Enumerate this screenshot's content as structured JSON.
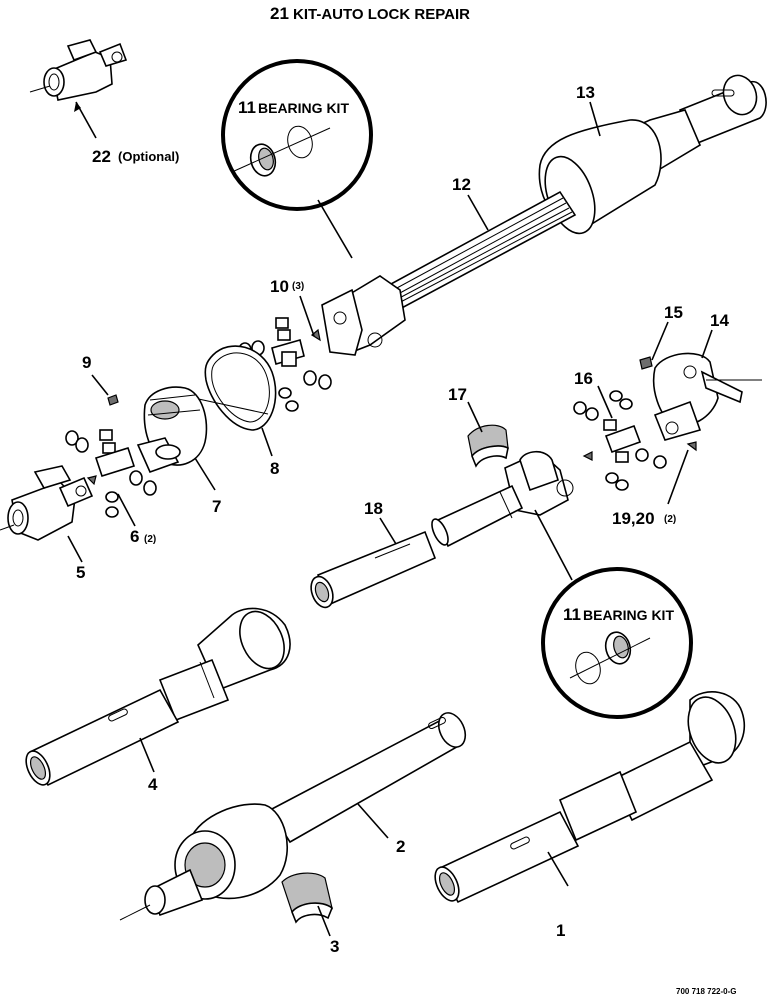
{
  "title": {
    "number": "21",
    "text": "KIT-AUTO LOCK REPAIR"
  },
  "callouts": [
    {
      "id": "c1",
      "number": "1",
      "qty": ""
    },
    {
      "id": "c2",
      "number": "2",
      "qty": ""
    },
    {
      "id": "c3",
      "number": "3",
      "qty": ""
    },
    {
      "id": "c4",
      "number": "4",
      "qty": ""
    },
    {
      "id": "c5",
      "number": "5",
      "qty": ""
    },
    {
      "id": "c6",
      "number": "6",
      "qty": "(2)"
    },
    {
      "id": "c7",
      "number": "7",
      "qty": ""
    },
    {
      "id": "c8",
      "number": "8",
      "qty": ""
    },
    {
      "id": "c9",
      "number": "9",
      "qty": ""
    },
    {
      "id": "c10",
      "number": "10",
      "qty": "(3)"
    },
    {
      "id": "c12",
      "number": "12",
      "qty": ""
    },
    {
      "id": "c13",
      "number": "13",
      "qty": ""
    },
    {
      "id": "c14",
      "number": "14",
      "qty": ""
    },
    {
      "id": "c15",
      "number": "15",
      "qty": ""
    },
    {
      "id": "c16",
      "number": "16",
      "qty": ""
    },
    {
      "id": "c17",
      "number": "17",
      "qty": ""
    },
    {
      "id": "c18",
      "number": "18",
      "qty": ""
    },
    {
      "id": "c1920",
      "number": "19,20",
      "qty": "(2)"
    },
    {
      "id": "c22",
      "number": "22",
      "qty": "(Optional)"
    }
  ],
  "bearing_kits": [
    {
      "number": "11",
      "label": "BEARING KIT"
    },
    {
      "number": "11",
      "label": "BEARING KIT"
    }
  ],
  "figure_number": "700 718 722-0-G"
}
